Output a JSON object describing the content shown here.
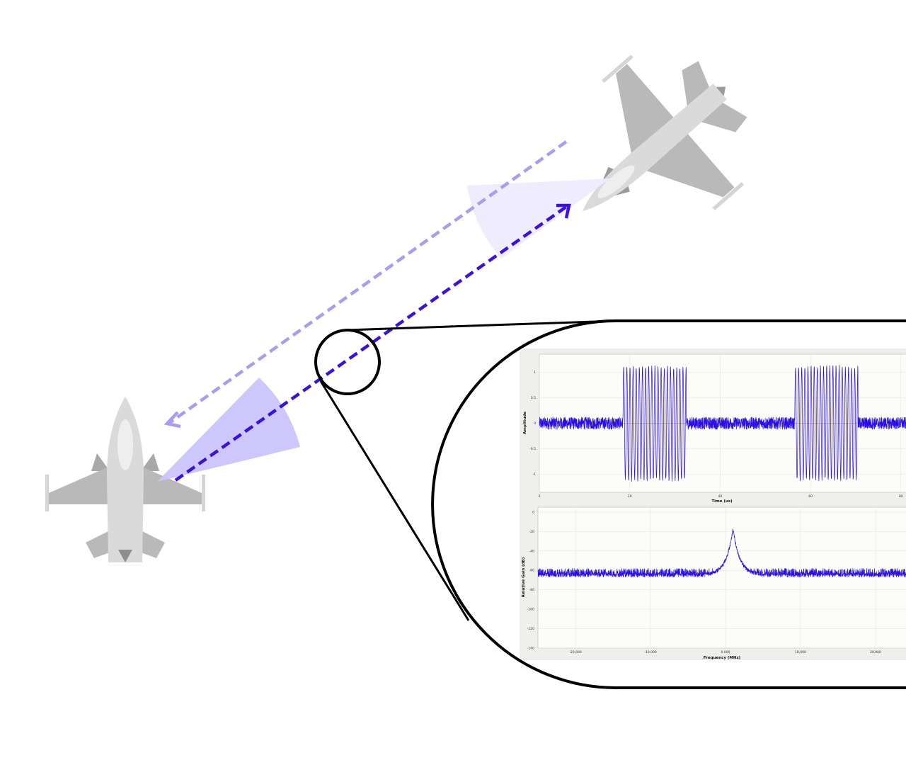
{
  "colors": {
    "beam_main": "#3b10e0",
    "beam_return": "#a99cf2",
    "radar_cone": "#cbc4fb",
    "jammer_cone": "#eeecfd",
    "aircraft_light": "#dadada",
    "aircraft_mid": "#b9b9b9",
    "aircraft_dark": "#9b9b9b",
    "signal": "#2a0fe6",
    "plot_bg": "#fcfcf8",
    "panel_bg": "#efefec"
  },
  "icons": {
    "own_aircraft": "fighter-jet-icon",
    "target_aircraft": "fighter-jet-icon",
    "transmit_arrow": "arrow-head-icon",
    "return_arrow": "arrow-head-icon"
  },
  "chart_data": [
    {
      "type": "line",
      "title": "",
      "xlabel": "Time (us)",
      "ylabel": "Amplitude",
      "xlim": [
        0,
        83
      ],
      "ylim": [
        -1.35,
        1.35
      ],
      "x_ticks": [
        "0",
        "20",
        "40",
        "60",
        "80"
      ],
      "y_ticks": [
        "1",
        "0.5",
        "0",
        "-0.5",
        "-1"
      ],
      "grid": true,
      "series": [
        {
          "description_free": true,
          "noise_floor_amplitude": 0.12,
          "pulses": [
            {
              "start": 18.5,
              "end": 32.5,
              "amplitude": 1.1
            },
            {
              "start": 56.5,
              "end": 70.5,
              "amplitude": 1.1
            }
          ]
        }
      ]
    },
    {
      "type": "line",
      "title": "",
      "xlabel": "Frequency (MHz)",
      "ylabel": "Relative Gain (dB)",
      "xlim": [
        -25000,
        25000
      ],
      "ylim": [
        -140,
        5
      ],
      "x_ticks": [
        "-20,000",
        "-10,000",
        "0.000",
        "10,000",
        "20,000"
      ],
      "x_tick_values": [
        -20000,
        -10000,
        0,
        10000,
        20000
      ],
      "y_ticks": [
        "0",
        "-20",
        "-40",
        "-60",
        "-80",
        "-100",
        "-120",
        "-140"
      ],
      "grid": true,
      "series": [
        {
          "noise_floor_db": -65,
          "peak_frequency": 1000,
          "peak_db": -17
        }
      ]
    }
  ]
}
